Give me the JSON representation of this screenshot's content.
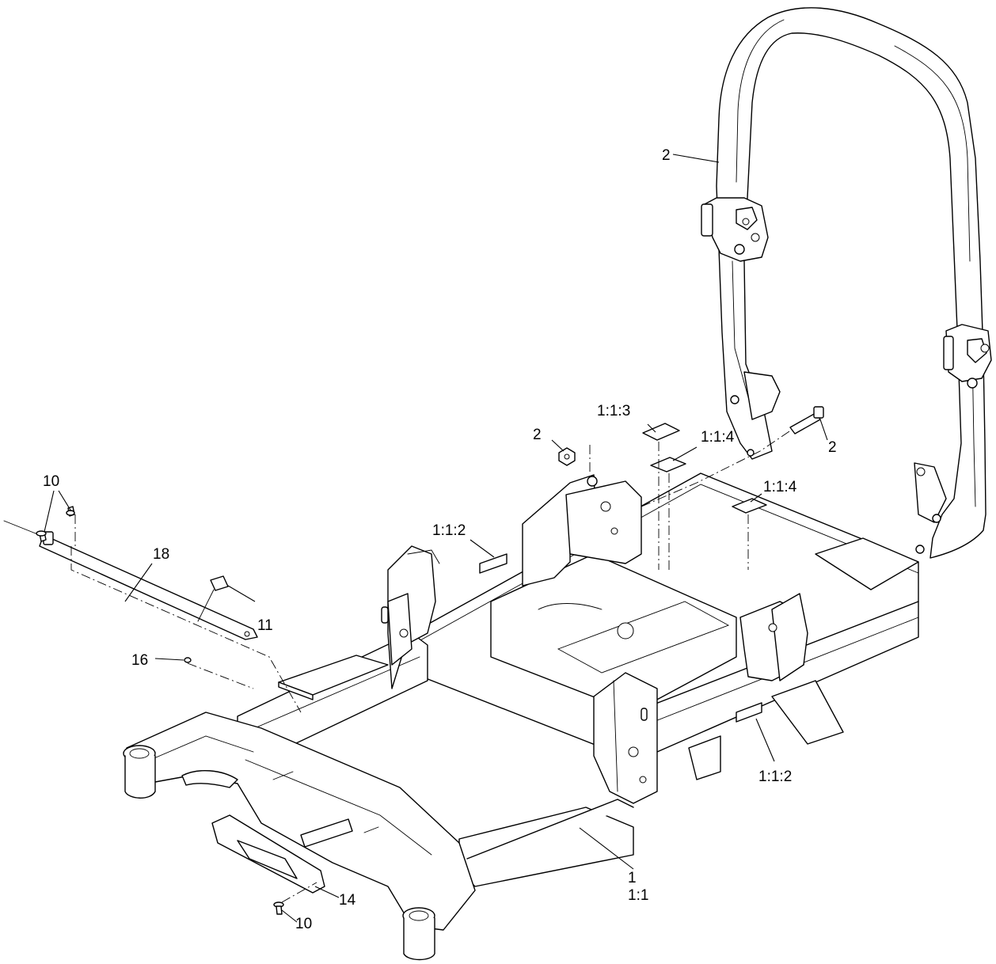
{
  "colors": {
    "line": "#000000",
    "background": "#ffffff"
  },
  "callouts": {
    "c_2_rollbar": "2",
    "c_2_nut": "2",
    "c_2_bolt": "2",
    "c_113": "1:1:3",
    "c_114_a": "1:1:4",
    "c_114_b": "1:1:4",
    "c_112_left": "1:1:2",
    "c_112_right": "1:1:2",
    "c_10_top": "10",
    "c_18": "18",
    "c_11": "11",
    "c_16": "16",
    "c_1": "1",
    "c_11_frame": "1:1",
    "c_14": "14",
    "c_10_bottom": "10"
  }
}
